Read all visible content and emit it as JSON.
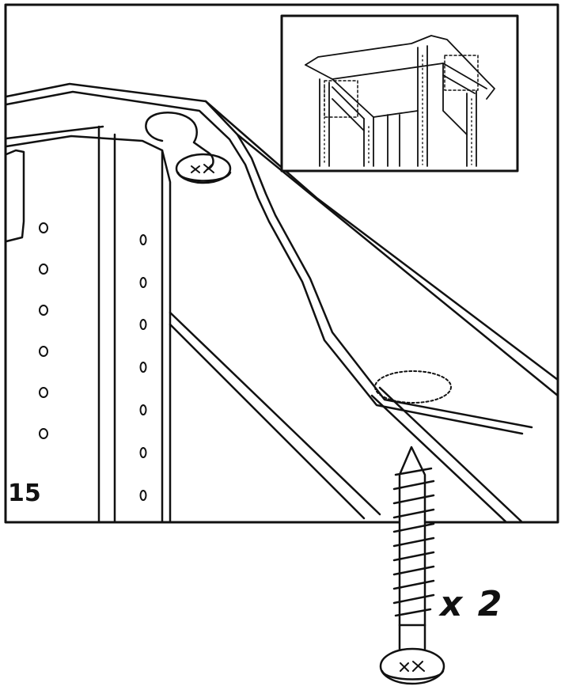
{
  "step": {
    "number": "15"
  },
  "hardware": {
    "quantity_label": "x 2",
    "icon": "wood-screw-icon"
  },
  "inset": {
    "icon": "cabinet-frame-overview"
  },
  "colors": {
    "line": "#111111",
    "background": "#ffffff"
  }
}
